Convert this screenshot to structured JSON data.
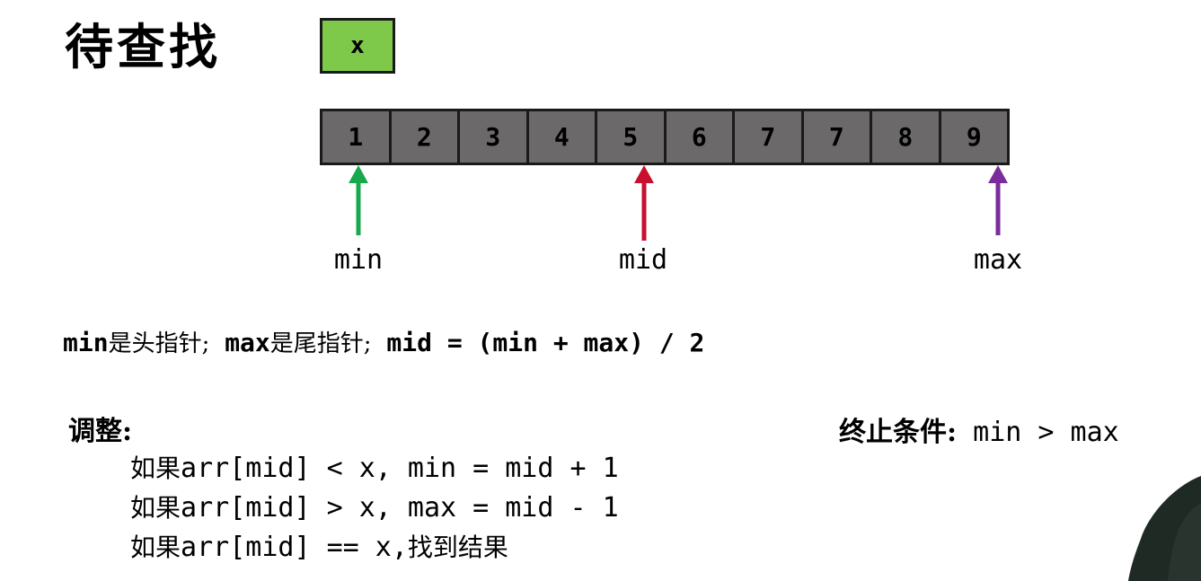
{
  "title": "待查找",
  "target": "x",
  "array": [
    "1",
    "2",
    "3",
    "4",
    "5",
    "6",
    "7",
    "7",
    "8",
    "9"
  ],
  "pointers": {
    "min": {
      "label": "min",
      "color": "#18a84e"
    },
    "mid": {
      "label": "mid",
      "color": "#c8102e"
    },
    "max": {
      "label": "max",
      "color": "#7a2d9a"
    }
  },
  "formula": {
    "min_kw": "min",
    "min_desc": "是头指针;",
    "max_kw": "max",
    "max_desc": "是尾指针;",
    "mid_expr": "mid = (min + max) / 2"
  },
  "adjust": {
    "title": "调整:",
    "rules": [
      {
        "prefix": "如果",
        "code": "arr[mid] < x, min = mid + 1"
      },
      {
        "prefix": "如果",
        "code": "arr[mid] > x, max = mid - 1"
      },
      {
        "prefix": "如果",
        "code": "arr[mid] == x,",
        "suffix": "找到结果"
      }
    ]
  },
  "stop_condition": {
    "label": "终止条件:",
    "expr": "min > max"
  },
  "colors": {
    "target_bg": "#7ec84a",
    "cell_bg": "#6b6969"
  }
}
